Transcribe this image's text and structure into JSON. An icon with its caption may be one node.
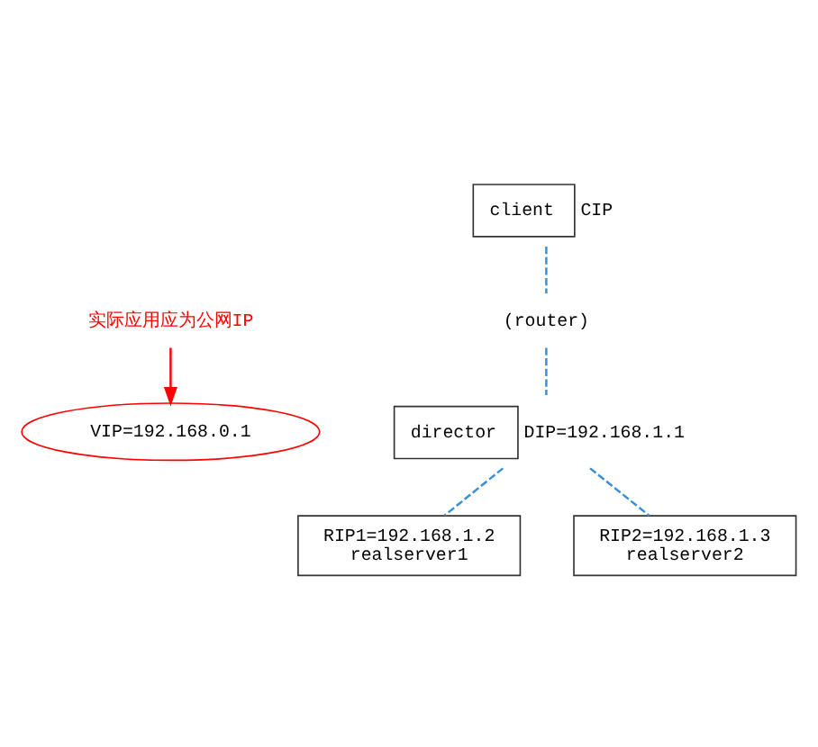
{
  "diagram": {
    "nodes": [
      {
        "text": [
          "client"
        ],
        "beside": [
          "CIP"
        ]
      },
      {
        "text": [
          "(router)"
        ]
      },
      {
        "text": [
          "director"
        ],
        "beside": [
          "DIP=192.168.1.1"
        ]
      },
      {
        "text": [
          "VIP=192.168.0.1"
        ]
      },
      {
        "text": [
          "实际应用应为公网IP"
        ]
      },
      {
        "text": [
          "RIP1=192.168.1.2",
          "realserver1"
        ]
      },
      {
        "text": [
          "RIP2=192.168.1.3",
          "realserver2"
        ]
      }
    ],
    "edges": [
      {
        "from": 0,
        "to": 1,
        "arrow": "none",
        "style": "dashed"
      },
      {
        "from": 1,
        "to": 2,
        "arrow": "none",
        "style": "dashed"
      },
      {
        "from": 2,
        "to": 5,
        "arrow": "none",
        "style": "dashed"
      },
      {
        "from": 2,
        "to": 6,
        "arrow": "none",
        "style": "dashed"
      },
      {
        "from": 4,
        "to": 3,
        "arrow": "to",
        "color": "#ff0000"
      }
    ]
  }
}
